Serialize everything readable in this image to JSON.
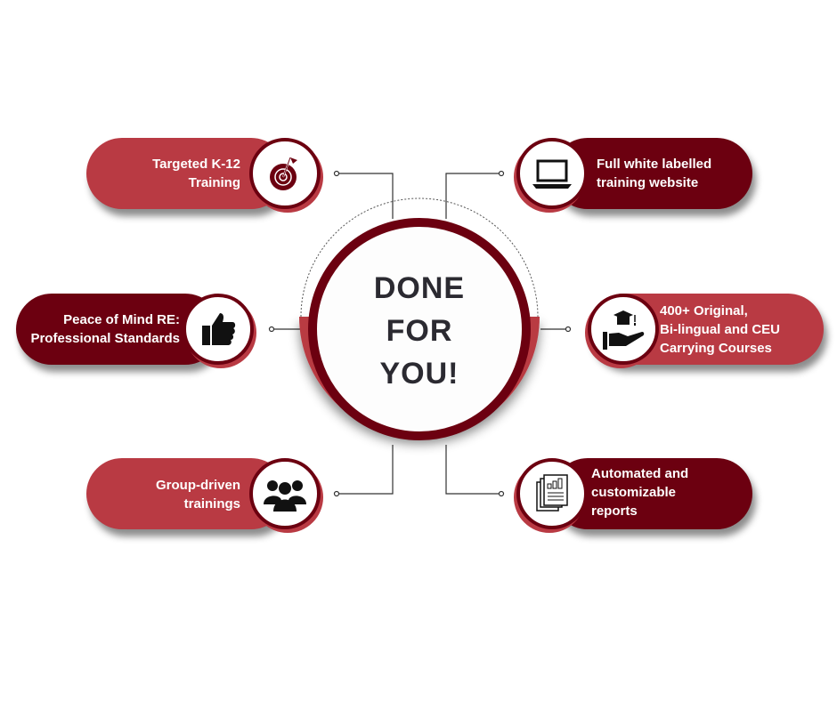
{
  "center": {
    "lines": [
      "DONE",
      "FOR",
      "YOU!"
    ]
  },
  "colors": {
    "red": "#b93a43",
    "dark": "#6c0010",
    "text": "#2b2a31"
  },
  "items": [
    {
      "lines": [
        "Targeted K-12",
        "Training"
      ],
      "icon": "target-flag-icon"
    },
    {
      "lines": [
        "Full white labelled",
        "training website"
      ],
      "icon": "laptop-icon"
    },
    {
      "lines": [
        "Peace of Mind RE:",
        "Professional Standards"
      ],
      "icon": "thumbs-up-icon"
    },
    {
      "lines": [
        "400+ Original,",
        "Bi-lingual and CEU",
        "Carrying Courses"
      ],
      "icon": "graduation-hand-icon"
    },
    {
      "lines": [
        "Group-driven",
        "trainings"
      ],
      "icon": "group-icon"
    },
    {
      "lines": [
        "Automated and",
        "customizable",
        "reports"
      ],
      "icon": "report-icon"
    }
  ]
}
